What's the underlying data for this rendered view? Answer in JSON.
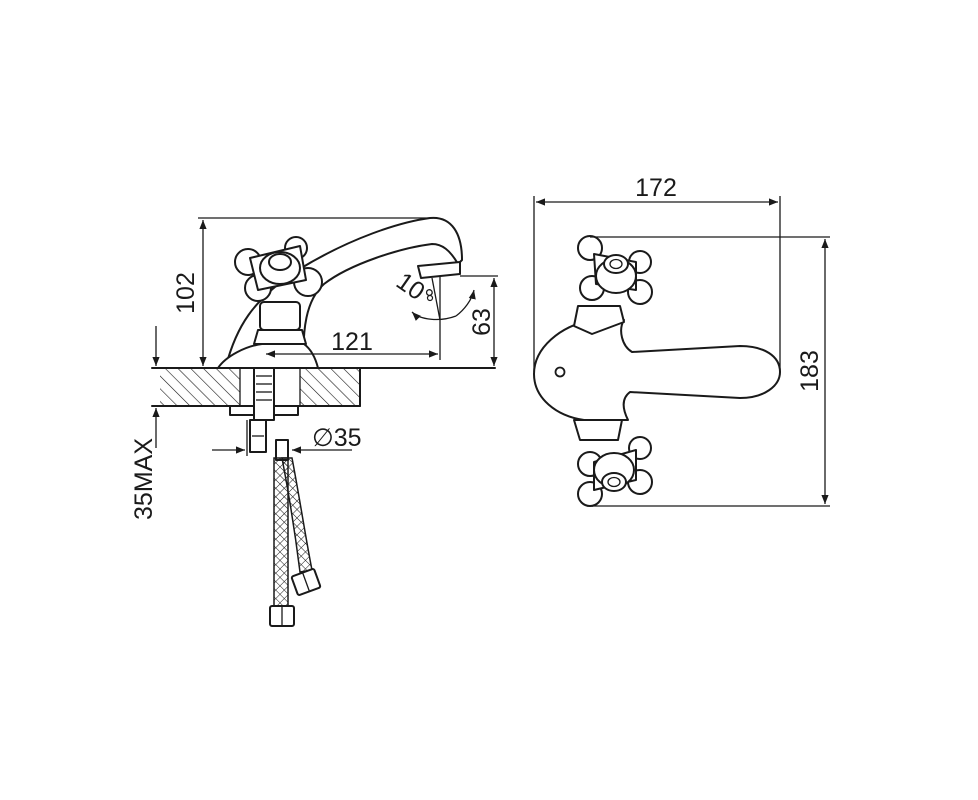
{
  "dimensions": {
    "height_side": "102",
    "spout_reach": "121",
    "spout_height": "63",
    "spout_angle": "10°",
    "hole_diameter": "∅35",
    "max_deck_thickness": "35MAX",
    "overall_width": "172",
    "overall_depth": "183"
  }
}
